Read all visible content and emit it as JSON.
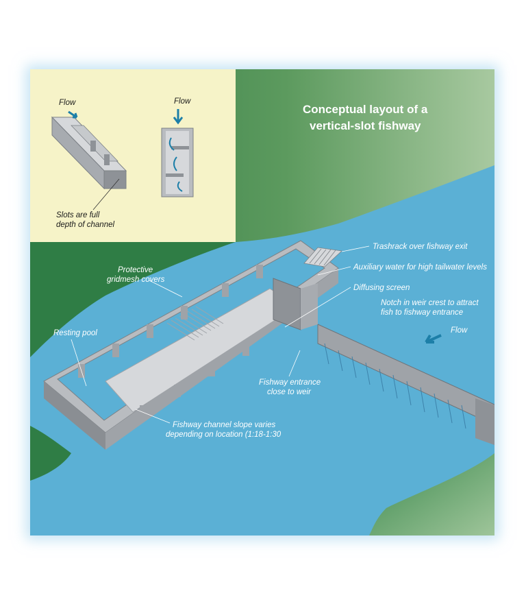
{
  "title_lines": [
    "Conceptual layout of a",
    "vertical-slot fishway"
  ],
  "inset": {
    "flow_label_left": "Flow",
    "flow_label_right": "Flow",
    "slots_note_lines": [
      "Slots are full",
      "depth of channel"
    ]
  },
  "labels": {
    "trashrack": "Trashrack over fishway exit",
    "auxiliary": "Auxiliary water for high tailwater levels",
    "diffusing": "Diffusing screen",
    "notch_lines": [
      "Notch in weir crest to attract",
      "fish to fishway entrance"
    ],
    "flow": "Flow",
    "gridmesh_lines": [
      "Protective",
      "gridmesh covers"
    ],
    "resting_pool": "Resting pool",
    "entrance_lines": [
      "Fishway entrance",
      "close to weir"
    ],
    "slope_lines": [
      "Fishway channel slope varies",
      "depending on location (1:18-1:30"
    ]
  },
  "colors": {
    "water": "#5bb0d5",
    "land_dark": "#2f7d45",
    "land_light": "#7fb07e",
    "inset_bg": "#f6f3c8",
    "concrete": "#b9bcc0",
    "concrete_dark": "#8a8e93",
    "arrow": "#1d7fa8"
  }
}
